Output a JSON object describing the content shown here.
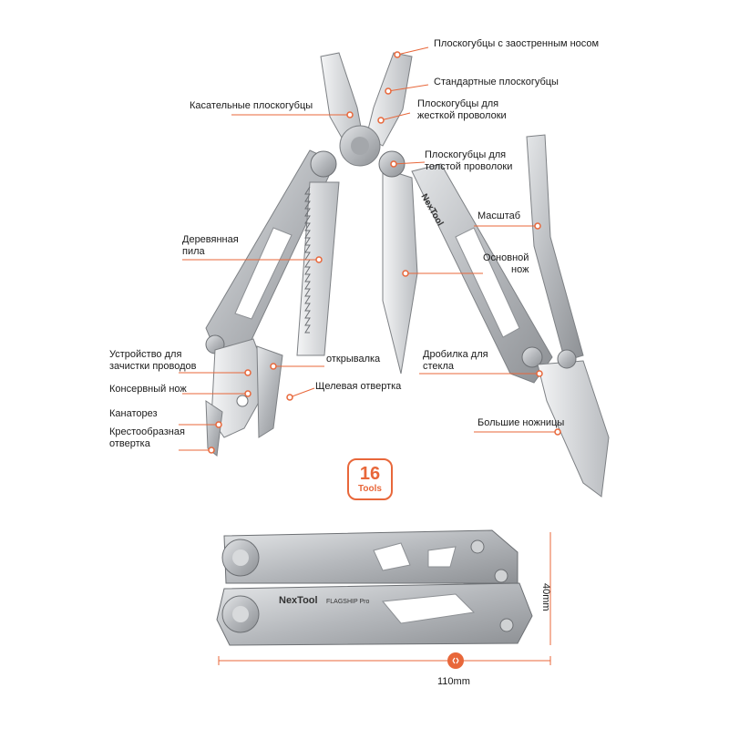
{
  "accent_color": "#e8673a",
  "steel_color": "#b9bcc0",
  "labels": {
    "pointed_pliers": "Плоскогубцы с заостренным носом",
    "standard_pliers": "Стандартные плоскогубцы",
    "tangent_pliers": "Касательные плоскогубцы",
    "hard_wire_pliers_1": "Плоскогубцы для",
    "hard_wire_pliers_2": "жесткой проволоки",
    "thick_wire_pliers_1": "Плоскогубцы для",
    "thick_wire_pliers_2": "толстой проволоки",
    "scale": "Масштаб",
    "wood_saw_1": "Деревянная",
    "wood_saw_2": "пила",
    "main_knife_1": "Основной",
    "main_knife_2": "нож",
    "wire_stripper_1": "Устройство для",
    "wire_stripper_2": "зачистки проводов",
    "bottle_opener": "открывалка",
    "glass_breaker_1": "Дробилка для",
    "glass_breaker_2": "стекла",
    "can_opener": "Консервный нож",
    "slot_screwdriver": "Щелевая отвертка",
    "rope_cutter": "Канаторез",
    "large_scissors": "Большие ножницы",
    "phillips_1": "Крестообразная",
    "phillips_2": "отвертка"
  },
  "badge": {
    "number": "16",
    "text": "Tools"
  },
  "brand": {
    "name": "NexTool",
    "model": "FLAGSHIP Pro"
  },
  "dimensions": {
    "height": "40mm",
    "width": "110mm"
  }
}
